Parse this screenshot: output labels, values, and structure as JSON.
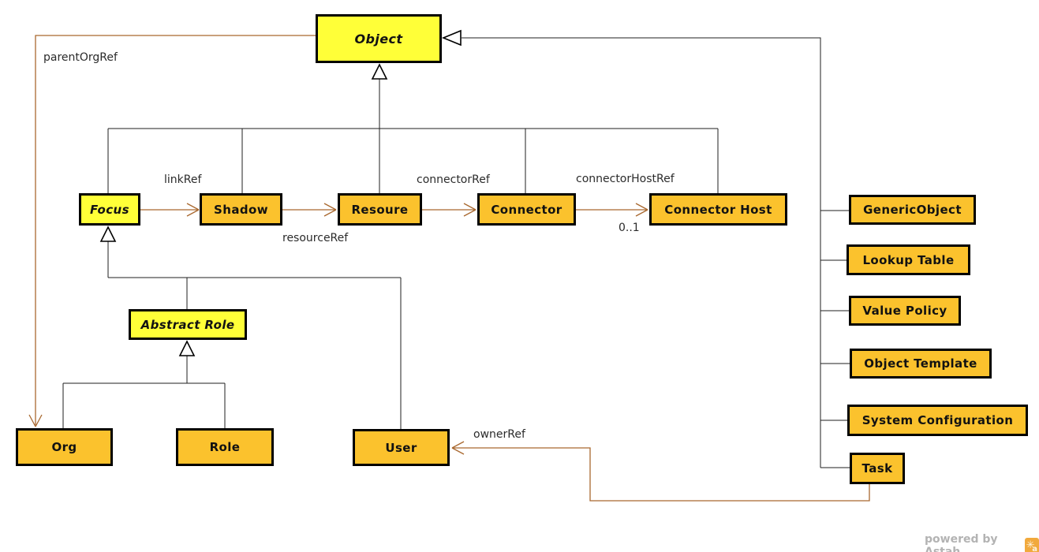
{
  "diagram": {
    "type": "uml-class-diagram",
    "nodes": {
      "object": {
        "label": "Object",
        "abstract": true,
        "fill": "#FFFF38"
      },
      "focus": {
        "label": "Focus",
        "abstract": true,
        "fill": "#FFFF38"
      },
      "shadow": {
        "label": "Shadow",
        "abstract": false,
        "fill": "#FBC22D"
      },
      "resoure": {
        "label": "Resoure",
        "abstract": false,
        "fill": "#FBC22D"
      },
      "connector": {
        "label": "Connector",
        "abstract": false,
        "fill": "#FBC22D"
      },
      "connector_host": {
        "label": "Connector Host",
        "abstract": false,
        "fill": "#FBC22D"
      },
      "abstract_role": {
        "label": "Abstract Role",
        "abstract": true,
        "fill": "#FFFF38"
      },
      "org": {
        "label": "Org",
        "abstract": false,
        "fill": "#FBC22D"
      },
      "role": {
        "label": "Role",
        "abstract": false,
        "fill": "#FBC22D"
      },
      "user": {
        "label": "User",
        "abstract": false,
        "fill": "#FBC22D"
      },
      "generic_object": {
        "label": "GenericObject",
        "abstract": false,
        "fill": "#FBC22D"
      },
      "lookup_table": {
        "label": "Lookup Table",
        "abstract": false,
        "fill": "#FBC22D"
      },
      "value_policy": {
        "label": "Value Policy",
        "abstract": false,
        "fill": "#FBC22D"
      },
      "object_template": {
        "label": "Object Template",
        "abstract": false,
        "fill": "#FBC22D"
      },
      "system_configuration": {
        "label": "System Configuration",
        "abstract": false,
        "fill": "#FBC22D"
      },
      "task": {
        "label": "Task",
        "abstract": false,
        "fill": "#FBC22D"
      }
    },
    "generalizations": [
      {
        "parent": "Object",
        "children": [
          "Focus",
          "Shadow",
          "Resoure",
          "Connector",
          "Connector Host"
        ]
      },
      {
        "parent": "Object",
        "children": [
          "GenericObject",
          "Lookup Table",
          "Value Policy",
          "Object Template",
          "System Configuration",
          "Task"
        ]
      },
      {
        "parent": "Focus",
        "children": [
          "Abstract Role",
          "User"
        ]
      },
      {
        "parent": "Abstract Role",
        "children": [
          "Org",
          "Role"
        ]
      }
    ],
    "associations": {
      "parent_org_ref": {
        "label": "parentOrgRef",
        "from": "Object",
        "to": "Org"
      },
      "link_ref": {
        "label": "linkRef",
        "from": "Focus",
        "to": "Shadow"
      },
      "resource_ref": {
        "label": "resourceRef",
        "from": "Shadow",
        "to": "Resoure"
      },
      "connector_ref": {
        "label": "connectorRef",
        "from": "Resoure",
        "to": "Connector"
      },
      "connector_host_ref": {
        "label": "connectorHostRef",
        "from": "Connector",
        "to": "Connector Host",
        "multiplicity": "0..1"
      },
      "owner_ref": {
        "label": "ownerRef",
        "from": "Task",
        "to": "User"
      }
    },
    "colors": {
      "abstract_fill": "#FFFF38",
      "class_fill": "#FBC22D",
      "border": "#000000",
      "generalization_line": "#1f1f1f",
      "association_line": "#A9682F"
    }
  },
  "watermark": {
    "text": "powered by Astah",
    "logo": "astah-star-logo"
  }
}
